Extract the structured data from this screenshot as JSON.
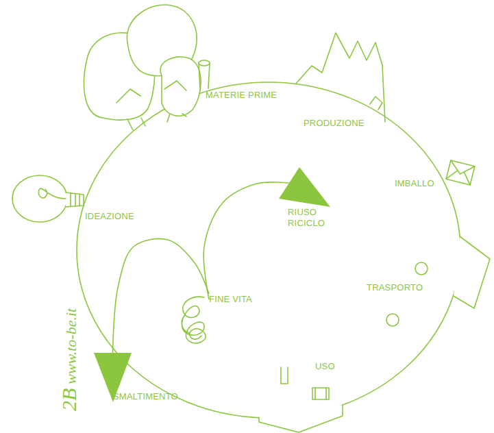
{
  "diagram": {
    "nodes": [
      {
        "text": [
          "IDEAZIONE"
        ]
      },
      {
        "text": [
          "MATERIE PRIME"
        ]
      },
      {
        "text": [
          "PRODUZIONE"
        ]
      },
      {
        "text": [
          "IMBALLO"
        ]
      },
      {
        "text": [
          "TRASPORTO"
        ]
      },
      {
        "text": [
          "USO"
        ]
      },
      {
        "text": [
          "FINE VITA"
        ]
      },
      {
        "text": [
          "RIUSO RICICLO"
        ]
      },
      {
        "text": [
          "SMALTIMENTO"
        ]
      }
    ],
    "edges": [
      {
        "from": 6,
        "to": 7,
        "arrow": "to"
      },
      {
        "from": 6,
        "to": 8,
        "arrow": "to"
      }
    ],
    "labels": [
      "2B",
      "www.to-be.it"
    ]
  }
}
